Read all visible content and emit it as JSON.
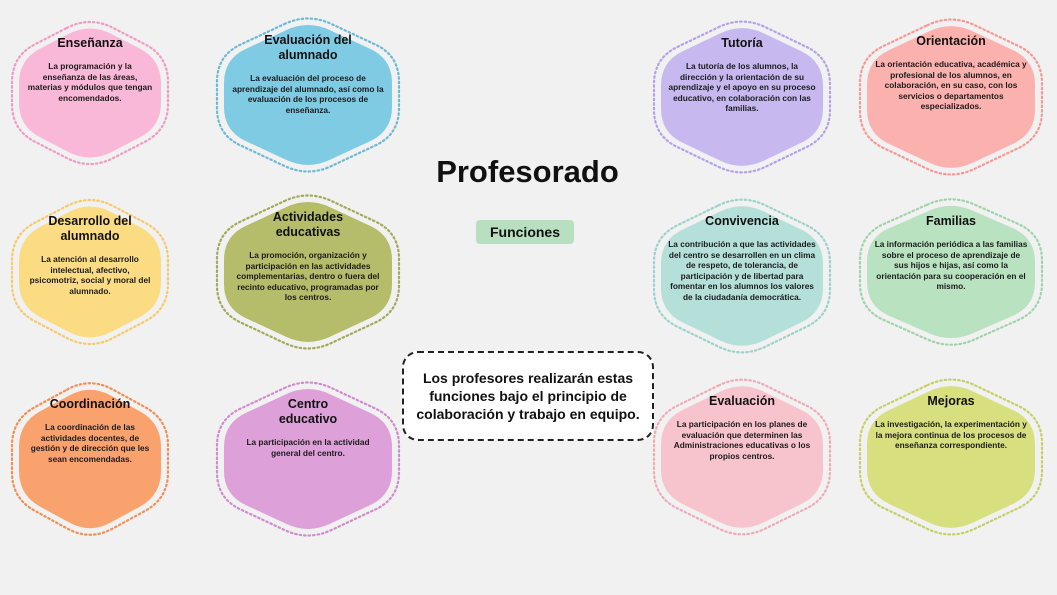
{
  "header": {
    "title": "Profesorado",
    "subtitle": "Funciones"
  },
  "note": "Los profesores realizarán estas funciones bajo el principio de colaboración y trabajo en equipo.",
  "hexagons": [
    {
      "id": "ensenanza",
      "title": "Enseñanza",
      "body": "La programación y la enseñanza de las áreas, materias y módulos que tengan encomendados.",
      "fill": "#f9b8d8",
      "border": "#f39ac2"
    },
    {
      "id": "evaluacion-alumnado",
      "title": "Evaluación del alumnado",
      "body": "La evaluación del proceso de aprendizaje del alumnado, así como la evaluación de los procesos de enseñanza.",
      "fill": "#7ecbe3",
      "border": "#6db9d6"
    },
    {
      "id": "desarrollo-alumnado",
      "title": "Desarrollo del alumnado",
      "body": "La atención al desarrollo intelectual, afectivo, psicomotriz, social y moral del alumnado.",
      "fill": "#fcdc82",
      "border": "#f6c96a"
    },
    {
      "id": "actividades-educativas",
      "title": "Actividades educativas",
      "body": "La promoción, organización y participación en las actividades complementarias, dentro o fuera del recinto educativo, programadas por los centros.",
      "fill": "#b5bc6a",
      "border": "#a3ab57"
    },
    {
      "id": "coordinacion",
      "title": "Coordinación",
      "body": "La coordinación de las actividades docentes, de gestión y de dirección que les sean encomendadas.",
      "fill": "#f9a26d",
      "border": "#f18f57"
    },
    {
      "id": "centro-educativo",
      "title": "Centro educativo",
      "body": "La participación en la actividad general del centro.",
      "fill": "#dda0d9",
      "border": "#d08acd"
    },
    {
      "id": "tutoria",
      "title": "Tutoría",
      "body": "La tutoría de los alumnos, la dirección y la orientación de su aprendizaje y el apoyo en su proceso educativo, en colaboración con las familias.",
      "fill": "#c7b9f0",
      "border": "#b3a2e9"
    },
    {
      "id": "orientacion",
      "title": "Orientación",
      "body": "La orientación educativa, académica y profesional de los alumnos, en colaboración, en su caso, con los servicios o departamentos especializados.",
      "fill": "#fbb2ae",
      "border": "#f89892"
    },
    {
      "id": "convivencia",
      "title": "Convivencia",
      "body": "La contribución a que las actividades del centro se desarrollen en un clima de respeto, de tolerancia, de participación y de libertad para fomentar en los alumnos los valores de la ciudadanía democrática.",
      "fill": "#b5e0d9",
      "border": "#9bd2c9"
    },
    {
      "id": "familias",
      "title": "Familias",
      "body": "La información periódica a las familias sobre el proceso de aprendizaje de sus hijos e hijas, así como la orientación para su cooperación en el mismo.",
      "fill": "#b9e2c0",
      "border": "#9fd4a9"
    },
    {
      "id": "evaluacion",
      "title": "Evaluación",
      "body": "La participación en los planes de evaluación que determinen las Administraciones educativas o los propios centros.",
      "fill": "#f7c4cd",
      "border": "#f0aab6"
    },
    {
      "id": "mejoras",
      "title": "Mejoras",
      "body": "La investigación, la experimentación y la mejora continua de los procesos de enseñanza correspondiente.",
      "fill": "#d7df7e",
      "border": "#c6cf66"
    }
  ]
}
